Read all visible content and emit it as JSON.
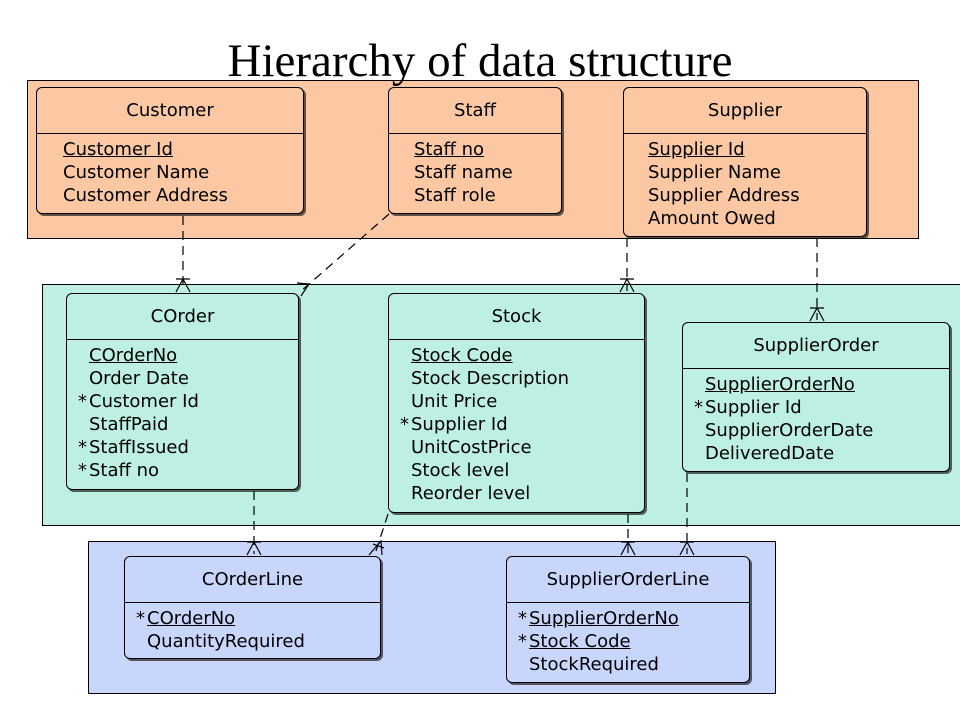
{
  "title": "Hierarchy of data structure",
  "colors": {
    "top_band": "#fbc8a3",
    "middle_band": "#bdefe2",
    "bottom_band": "#c9d6fb"
  },
  "entities": {
    "customer": {
      "name": "Customer",
      "attributes": [
        {
          "mark": "",
          "text": "Customer Id",
          "key": true
        },
        {
          "mark": "",
          "text": "Customer Name",
          "key": false
        },
        {
          "mark": "",
          "text": "Customer Address",
          "key": false
        }
      ]
    },
    "staff": {
      "name": "Staff",
      "attributes": [
        {
          "mark": "",
          "text": "Staff no",
          "key": true
        },
        {
          "mark": "",
          "text": "Staff name",
          "key": false
        },
        {
          "mark": "",
          "text": "Staff role",
          "key": false
        }
      ]
    },
    "supplier": {
      "name": "Supplier",
      "attributes": [
        {
          "mark": "",
          "text": "Supplier Id",
          "key": true
        },
        {
          "mark": "",
          "text": "Supplier Name",
          "key": false
        },
        {
          "mark": "",
          "text": "Supplier Address",
          "key": false
        },
        {
          "mark": "",
          "text": "Amount Owed",
          "key": false
        }
      ]
    },
    "corder": {
      "name": "COrder",
      "attributes": [
        {
          "mark": "",
          "text": "COrderNo",
          "key": true
        },
        {
          "mark": "",
          "text": "Order Date",
          "key": false
        },
        {
          "mark": "*",
          "text": "Customer Id",
          "key": false
        },
        {
          "mark": "",
          "text": "StaffPaid",
          "key": false
        },
        {
          "mark": "*",
          "text": "StaffIssued",
          "key": false
        },
        {
          "mark": "*",
          "text": "Staff no",
          "key": false
        }
      ]
    },
    "stock": {
      "name": "Stock",
      "attributes": [
        {
          "mark": "",
          "text": "Stock Code",
          "key": true
        },
        {
          "mark": "",
          "text": "Stock Description",
          "key": false
        },
        {
          "mark": "",
          "text": "Unit Price",
          "key": false
        },
        {
          "mark": "*",
          "text": "Supplier Id",
          "key": false
        },
        {
          "mark": "",
          "text": "UnitCostPrice",
          "key": false
        },
        {
          "mark": "",
          "text": "Stock level",
          "key": false
        },
        {
          "mark": "",
          "text": "Reorder level",
          "key": false
        }
      ]
    },
    "supplierorder": {
      "name": "SupplierOrder",
      "attributes": [
        {
          "mark": "",
          "text": "SupplierOrderNo",
          "key": true
        },
        {
          "mark": "*",
          "text": "Supplier Id",
          "key": false
        },
        {
          "mark": "",
          "text": "SupplierOrderDate",
          "key": false
        },
        {
          "mark": "",
          "text": "DeliveredDate",
          "key": false
        }
      ]
    },
    "corderline": {
      "name": "COrderLine",
      "attributes": [
        {
          "mark": "*",
          "text": "COrderNo",
          "key": true
        },
        {
          "mark": "",
          "text": "QuantityRequired",
          "key": false
        }
      ]
    },
    "supplierorderline": {
      "name": "SupplierOrderLine",
      "attributes": [
        {
          "mark": "*",
          "text": "SupplierOrderNo",
          "key": true
        },
        {
          "mark": "*",
          "text": "Stock Code",
          "key": true
        },
        {
          "mark": "",
          "text": "StockRequired",
          "key": false
        }
      ]
    }
  }
}
